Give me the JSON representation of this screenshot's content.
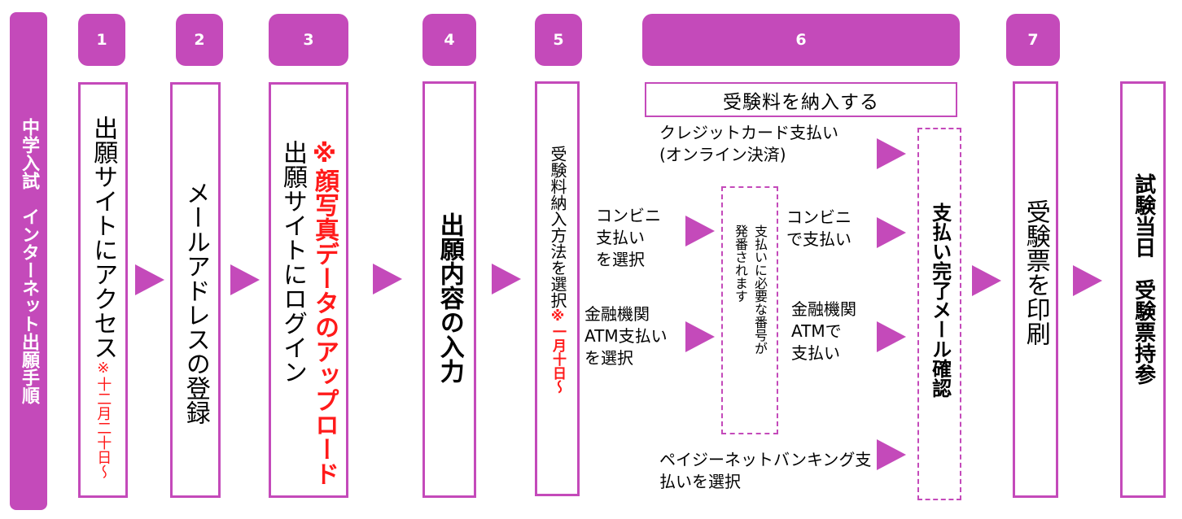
{
  "title": "中学入試　インターネット出願手順",
  "steps": [
    {
      "num": "1",
      "text": "出願サイトにアクセス",
      "note": "※十二月二十日～"
    },
    {
      "num": "2",
      "text": "メールアドレスの登録"
    },
    {
      "num": "3",
      "note": "※顔写真データのアップロード",
      "text": "出願サイトにログイン"
    },
    {
      "num": "4",
      "text": "出願内容の入力"
    },
    {
      "num": "5",
      "text": "受験料納入方法を選択",
      "note": "※一月十日～"
    },
    {
      "num": "6",
      "header": "受験料を納入する"
    },
    {
      "num": "7",
      "text": "受験票を印刷"
    }
  ],
  "payment": {
    "credit_line1": "クレジットカード支払い",
    "credit_line2": "(オンライン決済)",
    "conv_select_1": "コンビニ",
    "conv_select_2": "支払い",
    "conv_select_3": "を選択",
    "bank_select_1": "金融機関",
    "bank_select_2": "ATM支払い",
    "bank_select_3": "を選択",
    "number_issued_1": "支払いに必要な番号が",
    "number_issued_2": "発番されます",
    "conv_pay_1": "コンビニ",
    "conv_pay_2": "で支払い",
    "bank_pay_1": "金融機関",
    "bank_pay_2": "ATMで",
    "bank_pay_3": "支払い",
    "payeasy_1": "ペイジーネットバンキング支",
    "payeasy_2": "払いを選択",
    "complete": "支払い完了メール確認"
  },
  "final": "試験当日　受験票持参",
  "colors": {
    "accent": "#c44aba",
    "note": "#ff1a1a"
  }
}
